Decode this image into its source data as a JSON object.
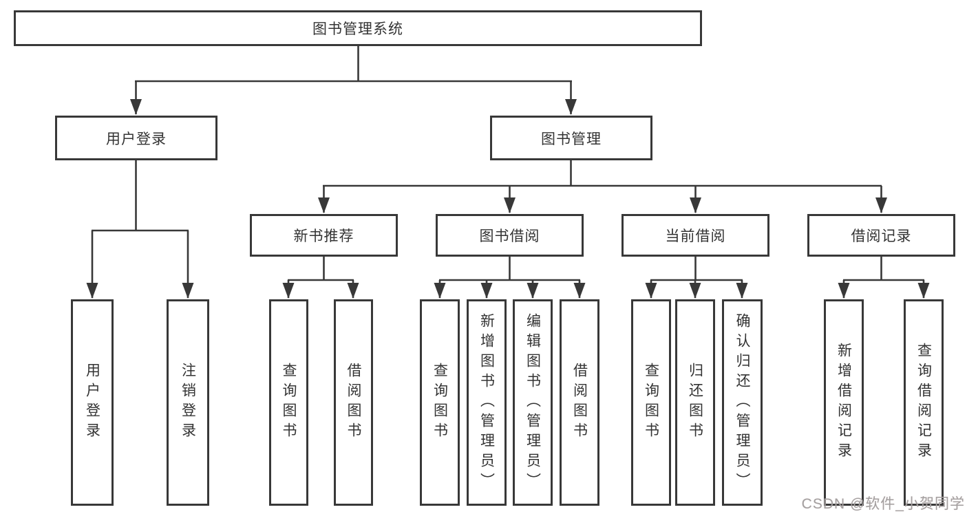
{
  "diagram": {
    "title": "图书管理系统",
    "branches": [
      {
        "label": "用户登录",
        "children": [
          {
            "label": "用户登录"
          },
          {
            "label": "注销登录"
          }
        ]
      },
      {
        "label": "图书管理",
        "children": [
          {
            "label": "新书推荐",
            "children": [
              {
                "label": "查询图书"
              },
              {
                "label": "借阅图书"
              }
            ]
          },
          {
            "label": "图书借阅",
            "children": [
              {
                "label": "查询图书"
              },
              {
                "label": "新增图书（管理员）"
              },
              {
                "label": "编辑图书（管理员）"
              },
              {
                "label": "借阅图书"
              }
            ]
          },
          {
            "label": "当前借阅",
            "children": [
              {
                "label": "查询图书"
              },
              {
                "label": "归还图书"
              },
              {
                "label": "确认归还（管理员）"
              }
            ]
          },
          {
            "label": "借阅记录",
            "children": [
              {
                "label": "新增借阅记录"
              },
              {
                "label": "查询借阅记录"
              }
            ]
          }
        ]
      }
    ]
  },
  "watermark": {
    "text": "CSDN @软件_小贺同学"
  },
  "colors": {
    "line": "#383838",
    "text": "#333333",
    "watermark": "#a3a0a0",
    "background": "#ffffff"
  }
}
